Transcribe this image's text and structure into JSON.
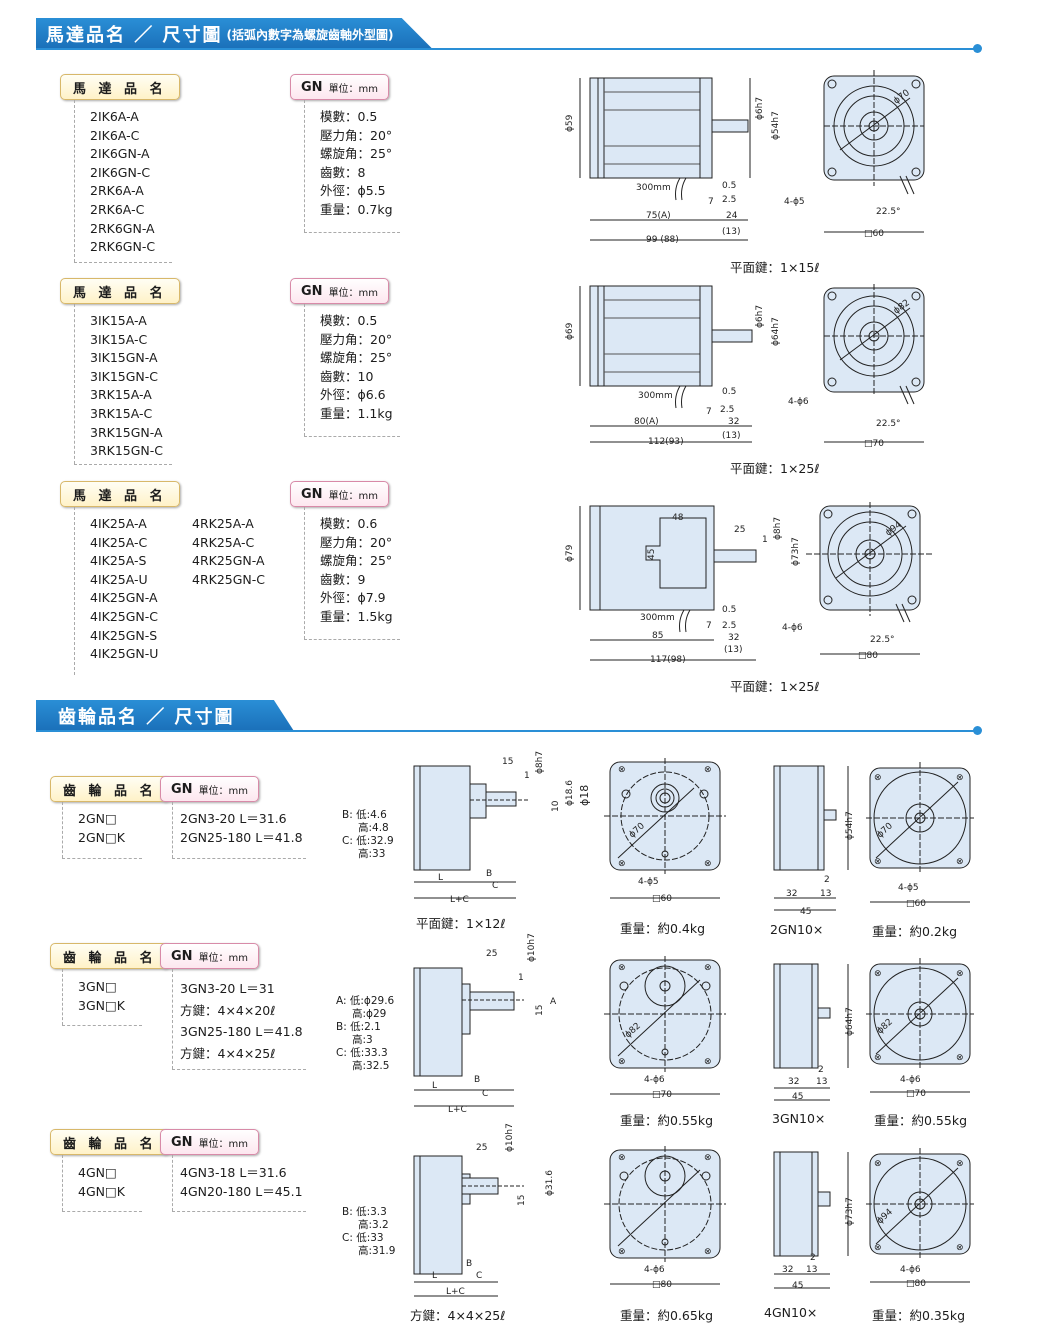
{
  "section1": {
    "title": "馬達品名 ／ 尺寸圖",
    "subtitle": "(括弧內數字為螺旋齒軸外型圖)"
  },
  "section2": {
    "title": "齒輪品名 ／ 尺寸圖"
  },
  "labels": {
    "motor_name": "馬 達 品 名",
    "gear_name": "齒 輪 品 名",
    "gn": "GN",
    "unit": "單位：mm"
  },
  "motor_groups": [
    {
      "models": [
        "2IK6A-A",
        "2IK6A-C",
        "2IK6GN-A",
        "2IK6GN-C",
        "2RK6A-A",
        "2RK6A-C",
        "2RK6GN-A",
        "2RK6GN-C"
      ],
      "specs": [
        "模數：0.5",
        "壓力角：20°",
        "螺旋角：25°",
        "齒數：8",
        "外徑：ϕ5.5",
        "重量：0.7kg"
      ],
      "key": "平面鍵：1×15ℓ",
      "dims": {
        "d": "ϕ59",
        "shaft": "ϕ6h7",
        "pilot": "ϕ54h7",
        "pcd": "ϕ70",
        "lead": "300mm",
        "a": "0.5",
        "b": "2.5",
        "c": "24",
        "d2": "(13)",
        "e": "7",
        "len": "75(A)",
        "total": "99 (88)",
        "holes": "4-ϕ5",
        "ang": "22.5°",
        "sq": "□60"
      }
    },
    {
      "models": [
        "3IK15A-A",
        "3IK15A-C",
        "3IK15GN-A",
        "3IK15GN-C",
        "3RK15A-A",
        "3RK15A-C",
        "3RK15GN-A",
        "3RK15GN-C"
      ],
      "specs": [
        "模數：0.5",
        "壓力角：20°",
        "螺旋角：25°",
        "齒數：10",
        "外徑：ϕ6.6",
        "重量：1.1kg"
      ],
      "key": "平面鍵：1×25ℓ",
      "dims": {
        "d": "ϕ69",
        "shaft": "ϕ6h7",
        "pilot": "ϕ64h7",
        "pcd": "ϕ82",
        "lead": "300mm",
        "a": "0.5",
        "b": "2.5",
        "c": "32",
        "d2": "(13)",
        "e": "7",
        "len": "80(A)",
        "total": "112(93)",
        "holes": "4-ϕ6",
        "ang": "22.5°",
        "sq": "□70"
      }
    },
    {
      "models": [
        "4IK25A-A",
        "4IK25A-C",
        "4IK25A-S",
        "4IK25A-U",
        "4IK25GN-A",
        "4IK25GN-C",
        "4IK25GN-S",
        "4IK25GN-U"
      ],
      "models2": [
        "4RK25A-A",
        "4RK25A-C",
        "4RK25GN-A",
        "4RK25GN-C"
      ],
      "specs": [
        "模數：0.6",
        "壓力角：20°",
        "螺旋角：25°",
        "齒數：9",
        "外徑：ϕ7.9",
        "重量：1.5kg"
      ],
      "key": "平面鍵：1×25ℓ",
      "dims": {
        "d": "ϕ79",
        "shaft": "ϕ8h7",
        "pilot": "ϕ73h7",
        "pcd": "ϕ94",
        "lead": "300mm",
        "a": "0.5",
        "b": "2.5",
        "c": "32",
        "d2": "(13)",
        "e": "7",
        "len": "85",
        "total": "117(98)",
        "holes": "4-ϕ6",
        "ang": "22.5°",
        "sq": "□80",
        "w48": "48",
        "w25": "25",
        "h45": "45",
        "k1": "1"
      }
    }
  ],
  "gear_groups": [
    {
      "models": [
        "2GN□",
        "2GN□K"
      ],
      "specs": [
        "2GN3-20  L＝31.6",
        "2GN25-180  L＝41.8"
      ],
      "bc": [
        "B: 低:4.6",
        "高:4.8",
        "C: 低:32.9",
        "高:33"
      ],
      "key": "平面鍵：1×12ℓ",
      "weight": "重量：約0.4kg",
      "dec_name": "2GN10×",
      "dec_weight": "重量：約0.2kg",
      "dims": {
        "d15": "15",
        "d1": "1",
        "shaft": "ϕ8h7",
        "d10": "10",
        "d186": "ϕ18.6",
        "d18": "ϕ18",
        "pcd": "ϕ70",
        "holes": "4-ϕ5",
        "sq": "□60",
        "L": "L",
        "B": "B",
        "C": "C",
        "LC": "L+C",
        "dpilot": "ϕ54h7",
        "d32": "32",
        "d13": "13",
        "d2": "2",
        "d45": "45"
      }
    },
    {
      "models": [
        "3GN□",
        "3GN□K"
      ],
      "specs": [
        "3GN3-20  L＝31",
        "方鍵：4×4×20ℓ",
        "3GN25-180  L＝41.8",
        "方鍵：4×4×25ℓ"
      ],
      "bc": [
        "A: 低:ϕ29.6",
        "高:ϕ29",
        "B: 低:2.1",
        "高:3",
        "C: 低:33.3",
        "高:32.5"
      ],
      "weight": "重量：約0.55kg",
      "dec_name": "3GN10×",
      "dec_weight": "重量：約0.55kg",
      "dims": {
        "d25": "25",
        "d1": "1",
        "shaft": "ϕ10h7",
        "d15": "15",
        "A": "A",
        "pcd": "ϕ82",
        "holes": "4-ϕ6",
        "sq": "□70",
        "L": "L",
        "B": "B",
        "C": "C",
        "LC": "L+C",
        "dpilot": "ϕ64h7",
        "d32": "32",
        "d13": "13",
        "d2": "2",
        "d45": "45"
      }
    },
    {
      "models": [
        "4GN□",
        "4GN□K"
      ],
      "specs": [
        "4GN3-18  L＝31.6",
        "4GN20-180  L＝45.1"
      ],
      "bc": [
        "B: 低:3.3",
        "高:3.2",
        "C: 低:33",
        "高:31.9"
      ],
      "key": "方鍵：4×4×25ℓ",
      "weight": "重量：約0.65kg",
      "dec_name": "4GN10×",
      "dec_weight": "重量：約0.35kg",
      "dims": {
        "d25": "25",
        "shaft": "ϕ10h7",
        "d15": "15",
        "d316": "ϕ31.6",
        "pcd": "ϕ94",
        "holes": "4-ϕ6",
        "sq": "□80",
        "L": "L",
        "B": "B",
        "C": "C",
        "LC": "L+C",
        "dpilot": "ϕ73h7",
        "d32": "32",
        "d13": "13",
        "d2": "2",
        "d45": "45"
      }
    }
  ]
}
